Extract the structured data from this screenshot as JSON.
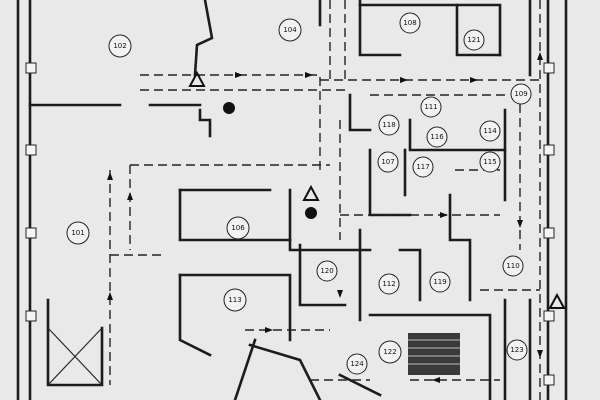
{
  "plan": {
    "rooms": [
      {
        "id": "r101",
        "label": "101"
      },
      {
        "id": "r102",
        "label": "102"
      },
      {
        "id": "r104",
        "label": "104"
      },
      {
        "id": "r106",
        "label": "106"
      },
      {
        "id": "r107",
        "label": "107"
      },
      {
        "id": "r108",
        "label": "108"
      },
      {
        "id": "r109",
        "label": "109"
      },
      {
        "id": "r110",
        "label": "110"
      },
      {
        "id": "r111",
        "label": "111"
      },
      {
        "id": "r112",
        "label": "112"
      },
      {
        "id": "r113",
        "label": "113"
      },
      {
        "id": "r114",
        "label": "114"
      },
      {
        "id": "r115",
        "label": "115"
      },
      {
        "id": "r116",
        "label": "116"
      },
      {
        "id": "r117",
        "label": "117"
      },
      {
        "id": "r118",
        "label": "118"
      },
      {
        "id": "r119",
        "label": "119"
      },
      {
        "id": "r120",
        "label": "120"
      },
      {
        "id": "r121",
        "label": "121"
      },
      {
        "id": "r122",
        "label": "122"
      },
      {
        "id": "r123",
        "label": "123"
      },
      {
        "id": "r124",
        "label": "124"
      }
    ]
  }
}
